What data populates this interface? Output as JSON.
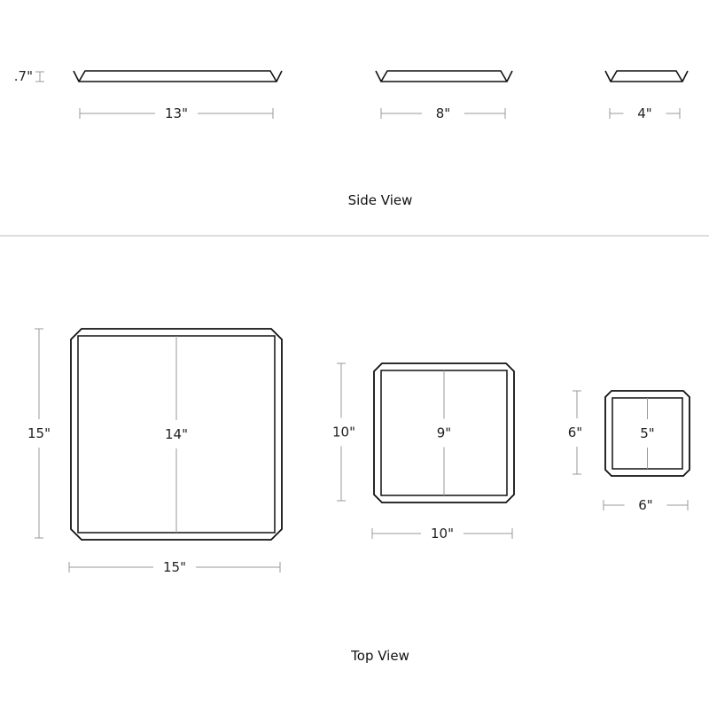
{
  "side_view": {
    "title": "Side View",
    "height_label": ".7\"",
    "trays": [
      {
        "width_label": "13\""
      },
      {
        "width_label": "8\""
      },
      {
        "width_label": "4\""
      }
    ]
  },
  "top_view": {
    "title": "Top View",
    "trays": [
      {
        "outer_height_label": "15\"",
        "outer_width_label": "15\"",
        "inner_label": "14\""
      },
      {
        "outer_height_label": "10\"",
        "outer_width_label": "10\"",
        "inner_label": "9\""
      },
      {
        "outer_height_label": "6\"",
        "outer_width_label": "6\"",
        "inner_label": "5\""
      }
    ]
  },
  "colors": {
    "outline": "#111111",
    "dimension": "#999999",
    "divider": "#bbbbbb"
  }
}
